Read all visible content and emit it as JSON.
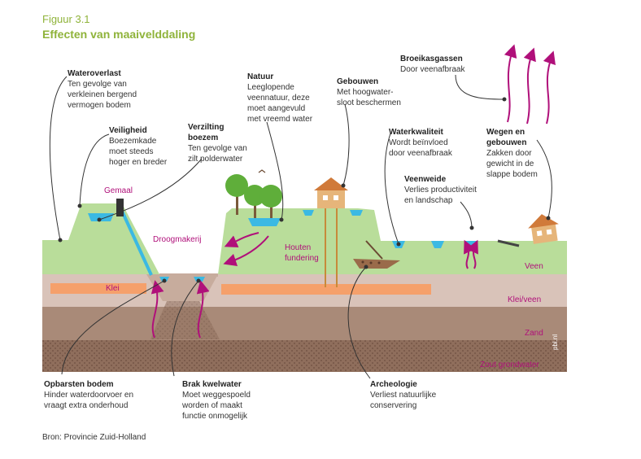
{
  "figure": {
    "label": "Figuur 3.1",
    "title": "Effecten van maaivelddaling"
  },
  "source": "Bron: Provincie Zuid-Holland",
  "watermark": "pbl.nl",
  "colors": {
    "veen": "#b9dd9a",
    "klei": "#d9c3b9",
    "zand": "#a98a78",
    "grondwater": "#8a6a58",
    "water": "#3bb9e3",
    "orange": "#f5a06b",
    "accent": "#b0107a",
    "title": "#8fb33a"
  },
  "annotations": [
    {
      "id": "wateroverlast",
      "title": "Wateroverlast",
      "desc": "Ten gevolge van\nverkleinen bergend\nvermogen bodem"
    },
    {
      "id": "veiligheid",
      "title": "Veiligheid",
      "desc": "Boezemkade\nmoet steeds\nhoger en breder"
    },
    {
      "id": "verzilting",
      "title": "Verzilting\nboezem",
      "desc": "Ten gevolge van\nzilt polderwater"
    },
    {
      "id": "natuur",
      "title": "Natuur",
      "desc": "Leeglopende\nveennatuur, deze\nmoet aangevuld\nmet vreemd water"
    },
    {
      "id": "gebouwen",
      "title": "Gebouwen",
      "desc": "Met hoogwater-\nsloot beschermen"
    },
    {
      "id": "broeikasgassen",
      "title": "Broeikasgassen",
      "desc": "Door veenafbraak"
    },
    {
      "id": "waterkwaliteit",
      "title": "Waterkwaliteit",
      "desc": "Wordt beïnvloed\ndoor veenafbraak"
    },
    {
      "id": "wegen",
      "title": "Wegen en\ngebouwen",
      "desc": "Zakken door\ngewicht in de\nslappe bodem"
    },
    {
      "id": "veenweide",
      "title": "Veenweide",
      "desc": "Verlies productiviteit\nen landschap"
    },
    {
      "id": "opbarsten",
      "title": "Opbarsten bodem",
      "desc": "Hinder waterdoorvoer en\nvraagt extra onderhoud"
    },
    {
      "id": "brak",
      "title": "Brak kwelwater",
      "desc": "Moet weggespoeld\nworden of maakt\nfunctie onmogelijk"
    },
    {
      "id": "archeologie",
      "title": "Archeologie",
      "desc": "Verliest natuurlijke\nconservering"
    }
  ],
  "labels": {
    "gemaal": "Gemaal",
    "droogmakerij": "Droogmakerij",
    "houten_fundering": "Houten\nfundering",
    "klei": "Klei",
    "veen": "Veen",
    "klei_veen": "Klei/veen",
    "zand": "Zand",
    "zout_grondwater": "Zout grondwater"
  }
}
